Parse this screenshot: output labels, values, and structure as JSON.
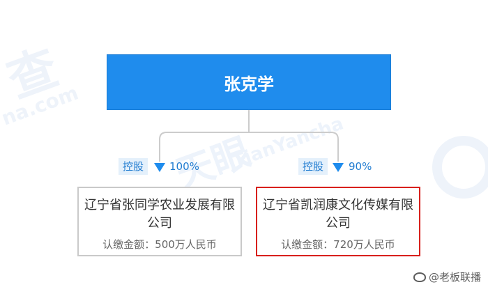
{
  "root": {
    "name": "张克学"
  },
  "children": [
    {
      "edge_label": "控股",
      "percent": "100%",
      "company_name": "辽宁省张同学农业发展有限公司",
      "subscribed": "认缴金额：500万人民币",
      "highlighted": false
    },
    {
      "edge_label": "控股",
      "percent": "90%",
      "company_name": "辽宁省凯润康文化传媒有限公司",
      "subscribed": "认缴金额：720万人民币",
      "highlighted": true
    }
  ],
  "watermark": {
    "big": "查",
    "url_left": "na.com",
    "mid": "天眼",
    "url_mid": "TianYancha"
  },
  "footer": {
    "text": "@老板联播",
    "icon": "weibo-icon"
  },
  "colors": {
    "primary": "#1f8ced",
    "highlight": "#d8201c",
    "connector": "#cccccc",
    "accent_text": "#1f7bd0"
  }
}
